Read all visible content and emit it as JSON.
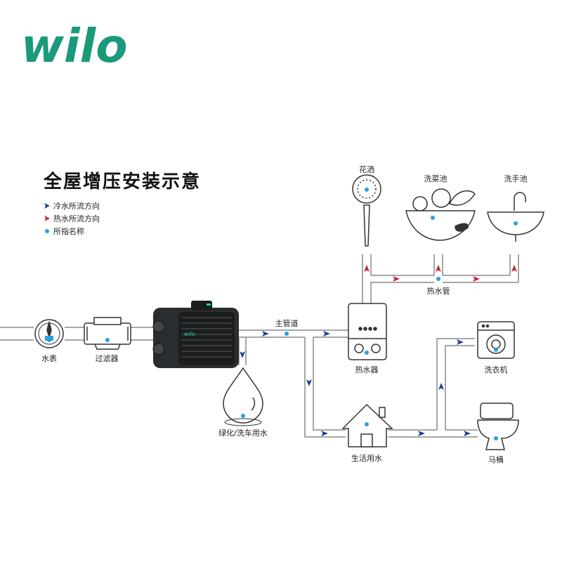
{
  "brand": {
    "logo_text": "wilo",
    "color": "#1a9a7a"
  },
  "title": "全屋增压安装示意",
  "legend": {
    "cold": "冷水所流方向",
    "hot": "热水所流方向",
    "point": "所指名称"
  },
  "colors": {
    "cold_arrow": "#1f3a8a",
    "hot_arrow": "#d0202a",
    "point": "#2aa0e0",
    "pipe": "#8a8a8a"
  },
  "labels": {
    "meter": "水表",
    "filter": "过滤器",
    "main_pipe": "主管道",
    "garden": "绿化/洗车用水",
    "heater": "热水器",
    "shower": "花洒",
    "veg_sink": "洗菜池",
    "hand_sink": "洗手池",
    "hot_pipe": "热水管",
    "living": "生活用水",
    "washer": "洗衣机",
    "toilet": "马桶"
  },
  "icons": [
    "water-meter-icon",
    "filter-icon",
    "pump-icon",
    "water-drop-icon",
    "water-heater-icon",
    "shower-icon",
    "vegetable-basin-icon",
    "hand-sink-icon",
    "house-icon",
    "washing-machine-icon",
    "toilet-icon"
  ]
}
